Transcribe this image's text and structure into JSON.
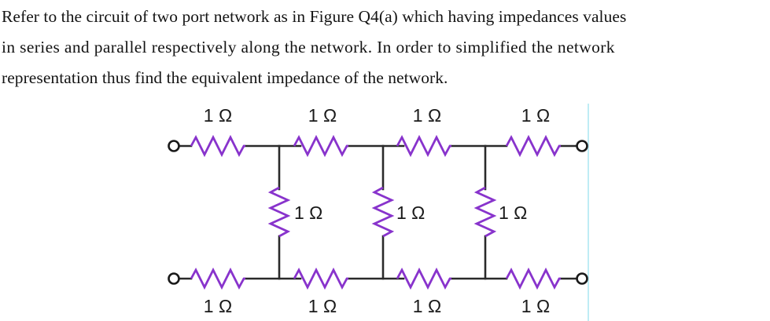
{
  "question": {
    "lines": [
      "Refer to the circuit of two port network as in Figure Q4(a) which having impedances values",
      "in series and parallel respectively along the network. In order to simplified the network",
      "representation thus find the equivalent impedance of the network."
    ],
    "full_text": "Refer to the circuit of two port network as in Figure Q4(a) which having impedances values in series and parallel respectively along the network. In order to simplified the network representation thus find the equivalent impedance of the network."
  },
  "figure": {
    "caption_reference": "Figure Q4(a)",
    "type": "two-port ladder network",
    "colors": {
      "resistor": "#8833CC",
      "wire": "#2a2a2a",
      "terminal": "#1a1a1a",
      "margin_line": "#bfecf5",
      "text": "#1a1a1a"
    },
    "top_series_labels": [
      "1 Ω",
      "1 Ω",
      "1 Ω",
      "1 Ω"
    ],
    "shunt_labels": [
      "1 Ω",
      "1 Ω",
      "1 Ω"
    ],
    "bottom_series_labels": [
      "1 Ω",
      "1 Ω",
      "1 Ω",
      "1 Ω"
    ],
    "terminals": [
      {
        "name": "input-top-terminal"
      },
      {
        "name": "input-bottom-terminal"
      },
      {
        "name": "output-top-terminal"
      },
      {
        "name": "output-bottom-terminal"
      }
    ]
  },
  "chart_data": {
    "type": "diagram",
    "title": "Figure Q4(a) - Two port ladder network",
    "elements": {
      "top_branch_resistances_ohm": [
        1,
        1,
        1,
        1
      ],
      "shunt_branch_resistances_ohm": [
        1,
        1,
        1
      ],
      "bottom_branch_resistances_ohm": [
        1,
        1,
        1,
        1
      ]
    },
    "units": "Ω"
  }
}
